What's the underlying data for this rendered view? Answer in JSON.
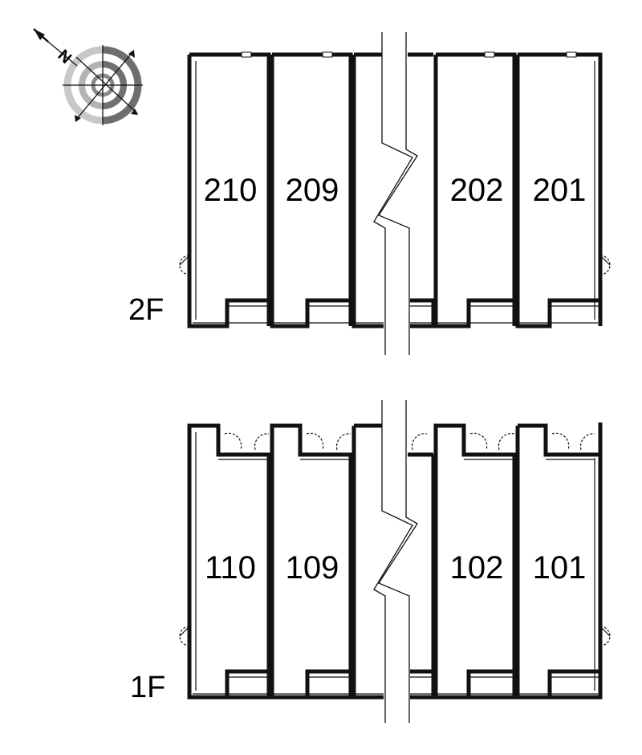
{
  "compass": {
    "north_label": "N"
  },
  "floors": [
    {
      "label": "2F",
      "rooms": [
        "210",
        "209",
        "202",
        "201"
      ]
    },
    {
      "label": "1F",
      "rooms": [
        "110",
        "109",
        "102",
        "101"
      ]
    }
  ]
}
